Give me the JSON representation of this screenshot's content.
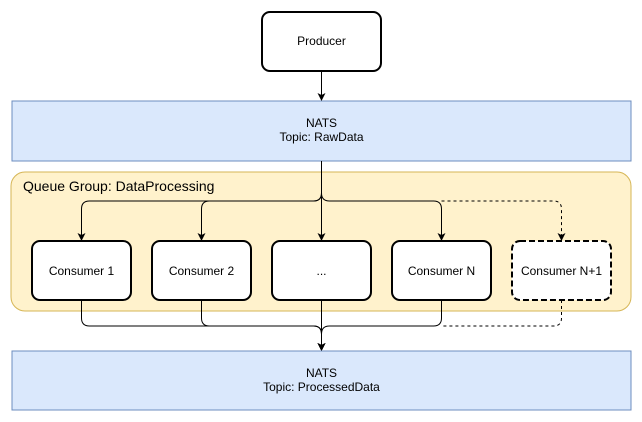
{
  "diagram": {
    "producer": {
      "label": "Producer"
    },
    "nats_raw": {
      "line1": "NATS",
      "line2": "Topic: RawData"
    },
    "queue_group": {
      "label": "Queue Group: DataProcessing"
    },
    "consumers": [
      {
        "label": "Consumer 1",
        "style": "solid"
      },
      {
        "label": "Consumer 2",
        "style": "solid"
      },
      {
        "label": "...",
        "style": "solid"
      },
      {
        "label": "Consumer N",
        "style": "solid"
      },
      {
        "label": "Consumer N+1",
        "style": "dashed"
      }
    ],
    "nats_processed": {
      "line1": "NATS",
      "line2": "Topic: ProcessedData"
    }
  },
  "colors": {
    "nats_fill": "#dae8fc",
    "nats_stroke": "#6c8ebf",
    "group_fill": "#fff2cc",
    "group_stroke": "#d6b656",
    "node_stroke": "#000000",
    "node_fill": "#ffffff"
  }
}
